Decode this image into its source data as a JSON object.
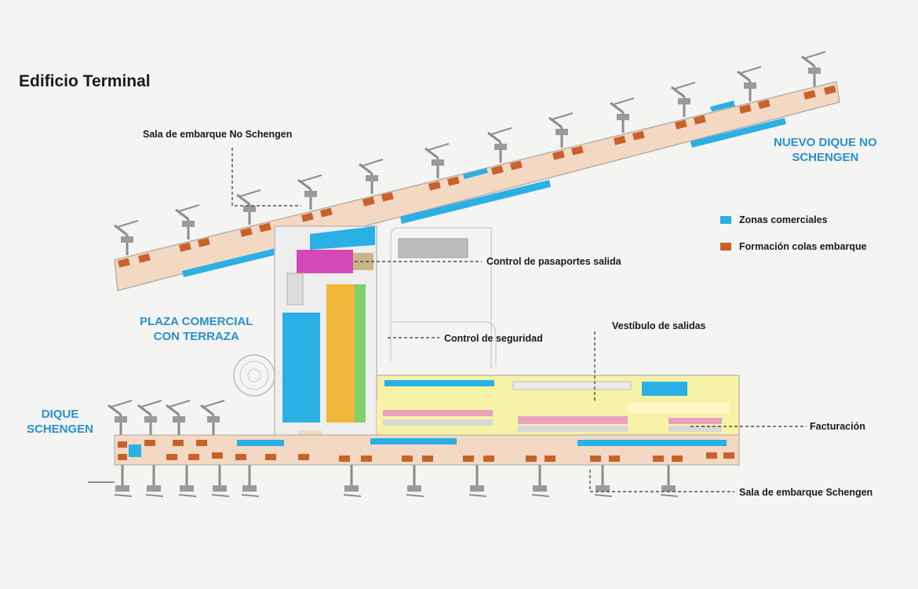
{
  "title": "Edificio Terminal",
  "callouts": {
    "no_schengen_lounge": "Sala de embarque No Schengen",
    "passport_control": "Control de pasaportes salida",
    "security_control": "Control de seguridad",
    "departures_hall": "Vestíbulo de salidas",
    "check_in": "Facturación",
    "schengen_lounge": "Sala de embarque Schengen"
  },
  "areas": {
    "new_non_schengen_pier": {
      "line1": "NUEVO DIQUE NO",
      "line2": "SCHENGEN"
    },
    "commercial_plaza": {
      "line1": "PLAZA COMERCIAL",
      "line2": "CON TERRAZA"
    },
    "schengen_pier": {
      "line1": "DIQUE",
      "line2": "SCHENGEN"
    }
  },
  "legend": [
    {
      "label": "Zonas comerciales",
      "color": "#2ab0e4"
    },
    {
      "label": "Formación colas embarque",
      "color": "#c8622a"
    }
  ],
  "colors": {
    "commercial": "#2ab0e4",
    "queue": "#c8622a",
    "pier_fill": "#f3d9c4",
    "passport": "#d548b8",
    "security": "#f0b83a",
    "checkin_hall": "#f6f2a8",
    "checkin_desks": "#e9a1bd",
    "green_strip": "#7fcf6a",
    "label_blue": "#2a8fd0"
  }
}
